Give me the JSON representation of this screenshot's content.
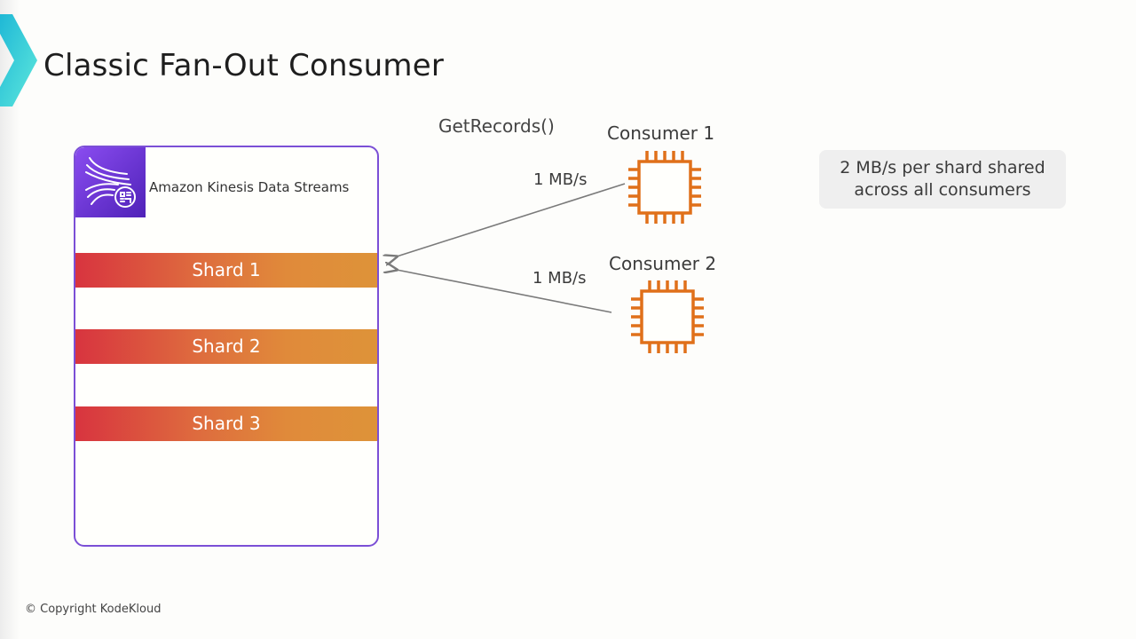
{
  "slide": {
    "title": "Classic Fan-Out Consumer",
    "footer": "© Copyright KodeKloud"
  },
  "colors": {
    "brand_accent": "#2fd0d8",
    "stream_border": "#7b4fd6",
    "shard_gradient_start": "#d8343f",
    "shard_gradient_end": "#de9339",
    "consumer_icon": "#e0701a",
    "arrow": "#7a7a7a"
  },
  "stream": {
    "service_name": "Amazon Kinesis Data Streams",
    "icon": "kinesis-data-streams-icon",
    "shards": [
      {
        "label": "Shard 1"
      },
      {
        "label": "Shard 2"
      },
      {
        "label": "Shard 3"
      }
    ]
  },
  "api_call": "GetRecords()",
  "consumers": [
    {
      "label": "Consumer 1",
      "rate": "1 MB/s",
      "icon": "processor-chip-icon"
    },
    {
      "label": "Consumer 2",
      "rate": "1 MB/s",
      "icon": "processor-chip-icon"
    }
  ],
  "note": {
    "line1": "2 MB/s per shard shared",
    "line2": "across all consumers"
  }
}
